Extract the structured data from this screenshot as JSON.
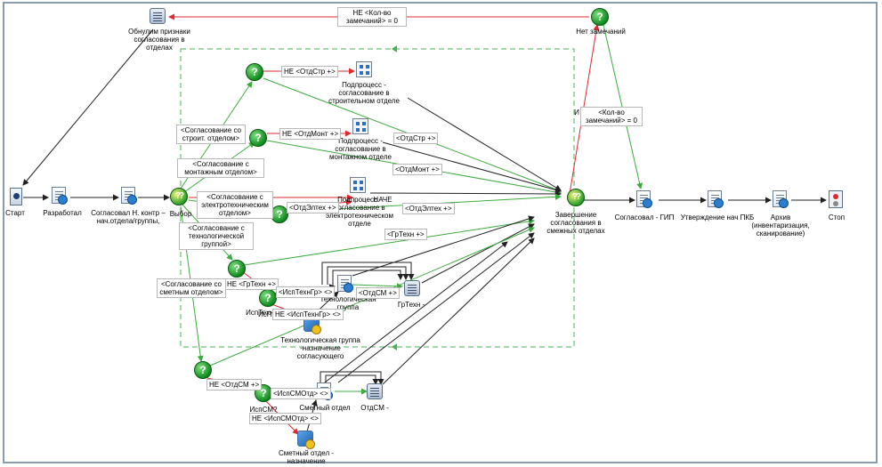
{
  "nodes": {
    "start": "Старт",
    "developed": "Разработал",
    "approved_dept_head": "Согласовал  Н. контр – нач.отдела/группы,",
    "choice": "Выбор",
    "reset": "Обнулим признаки согласования в отделах",
    "no_remarks": "Нет замечаний",
    "sub_construction": "Подпроцесс - согласование в строительном отделе",
    "sub_assembly": "Подпроцесс - согласование в монтажном отделе",
    "sub_electro": "Подпроцесс - согласование в электротехническом отделе",
    "sub_electro_overlap": "НАЧЕ",
    "tech_group": "Технологическая группа",
    "tech_group_assign": "Технологическая группа -назначение согласующего",
    "gr_tech": "ГрТехн -",
    "isp_tech": "ИспТехн?",
    "isp_tech_overlap": "ИсПЕВнлТехн",
    "estimate_dept": "Сметный отдел",
    "otd_sm": "ОтдСМ -",
    "isp_sm": "ИспСМ?",
    "estimate_assign": "Сметный отдел - назначение",
    "completion": "Завершение согласования в смежных отделах",
    "gip": "Согласовал - ГИП",
    "approve_pkb": "Утверждение нач ПКБ",
    "archive": "Архив (инвентаризация, сканирование)",
    "stop": "Стоп"
  },
  "edge_labels": {
    "not_count": "НЕ <Кол-во замечаний> = 0",
    "count_zero": "<Кол-во замечаний> = 0",
    "ne_otdstr": "НЕ <ОтдСтр +>",
    "ne_otdmont": "НЕ <ОтдМонт +>",
    "otdstr": "<ОтдСтр +>",
    "otdmont": "<ОтдМонт +>",
    "otdeltex": "<ОтдЭлтех +>",
    "otdeltex2": "<ОтдЭлтех +>",
    "grtech": "<ГрТехн +>",
    "ne_grtech": "НЕ <ГрТехн +>",
    "isptechgr": "<ИспТехнГр> <>",
    "ne_isptechgr": "НЕ <ИспТехнГр> <>",
    "otdsm": "<ОтдСМ +>",
    "ne_otdsm": "НЕ <ОтдСМ +>",
    "ispsmotd": "<ИспСМОтд> <>",
    "ne_ispsmotd": "НЕ <ИспСМОтд> <>",
    "cut": "И"
  },
  "cond_boxes": {
    "construction": "<Согласование со строит. отделом>",
    "assembly": "<Согласование с монтажным отделом>",
    "electro": "<Согласование с электротехническим отделом>",
    "tech": "<Согласование с технологической группой>",
    "estimate": "<Согласование со сметным отделом>"
  },
  "colors": {
    "green_edge": "#3cab3c",
    "red_edge": "#e0282e",
    "black_edge": "#333333",
    "dashed_frame": "#4caf50"
  },
  "icons": {
    "condition": "question-icon",
    "task": "document-icon",
    "subprocess": "subprocess-icon",
    "assign": "assign-icon",
    "script": "script-icon",
    "start": "start-icon",
    "stop": "traffic-light-icon"
  }
}
